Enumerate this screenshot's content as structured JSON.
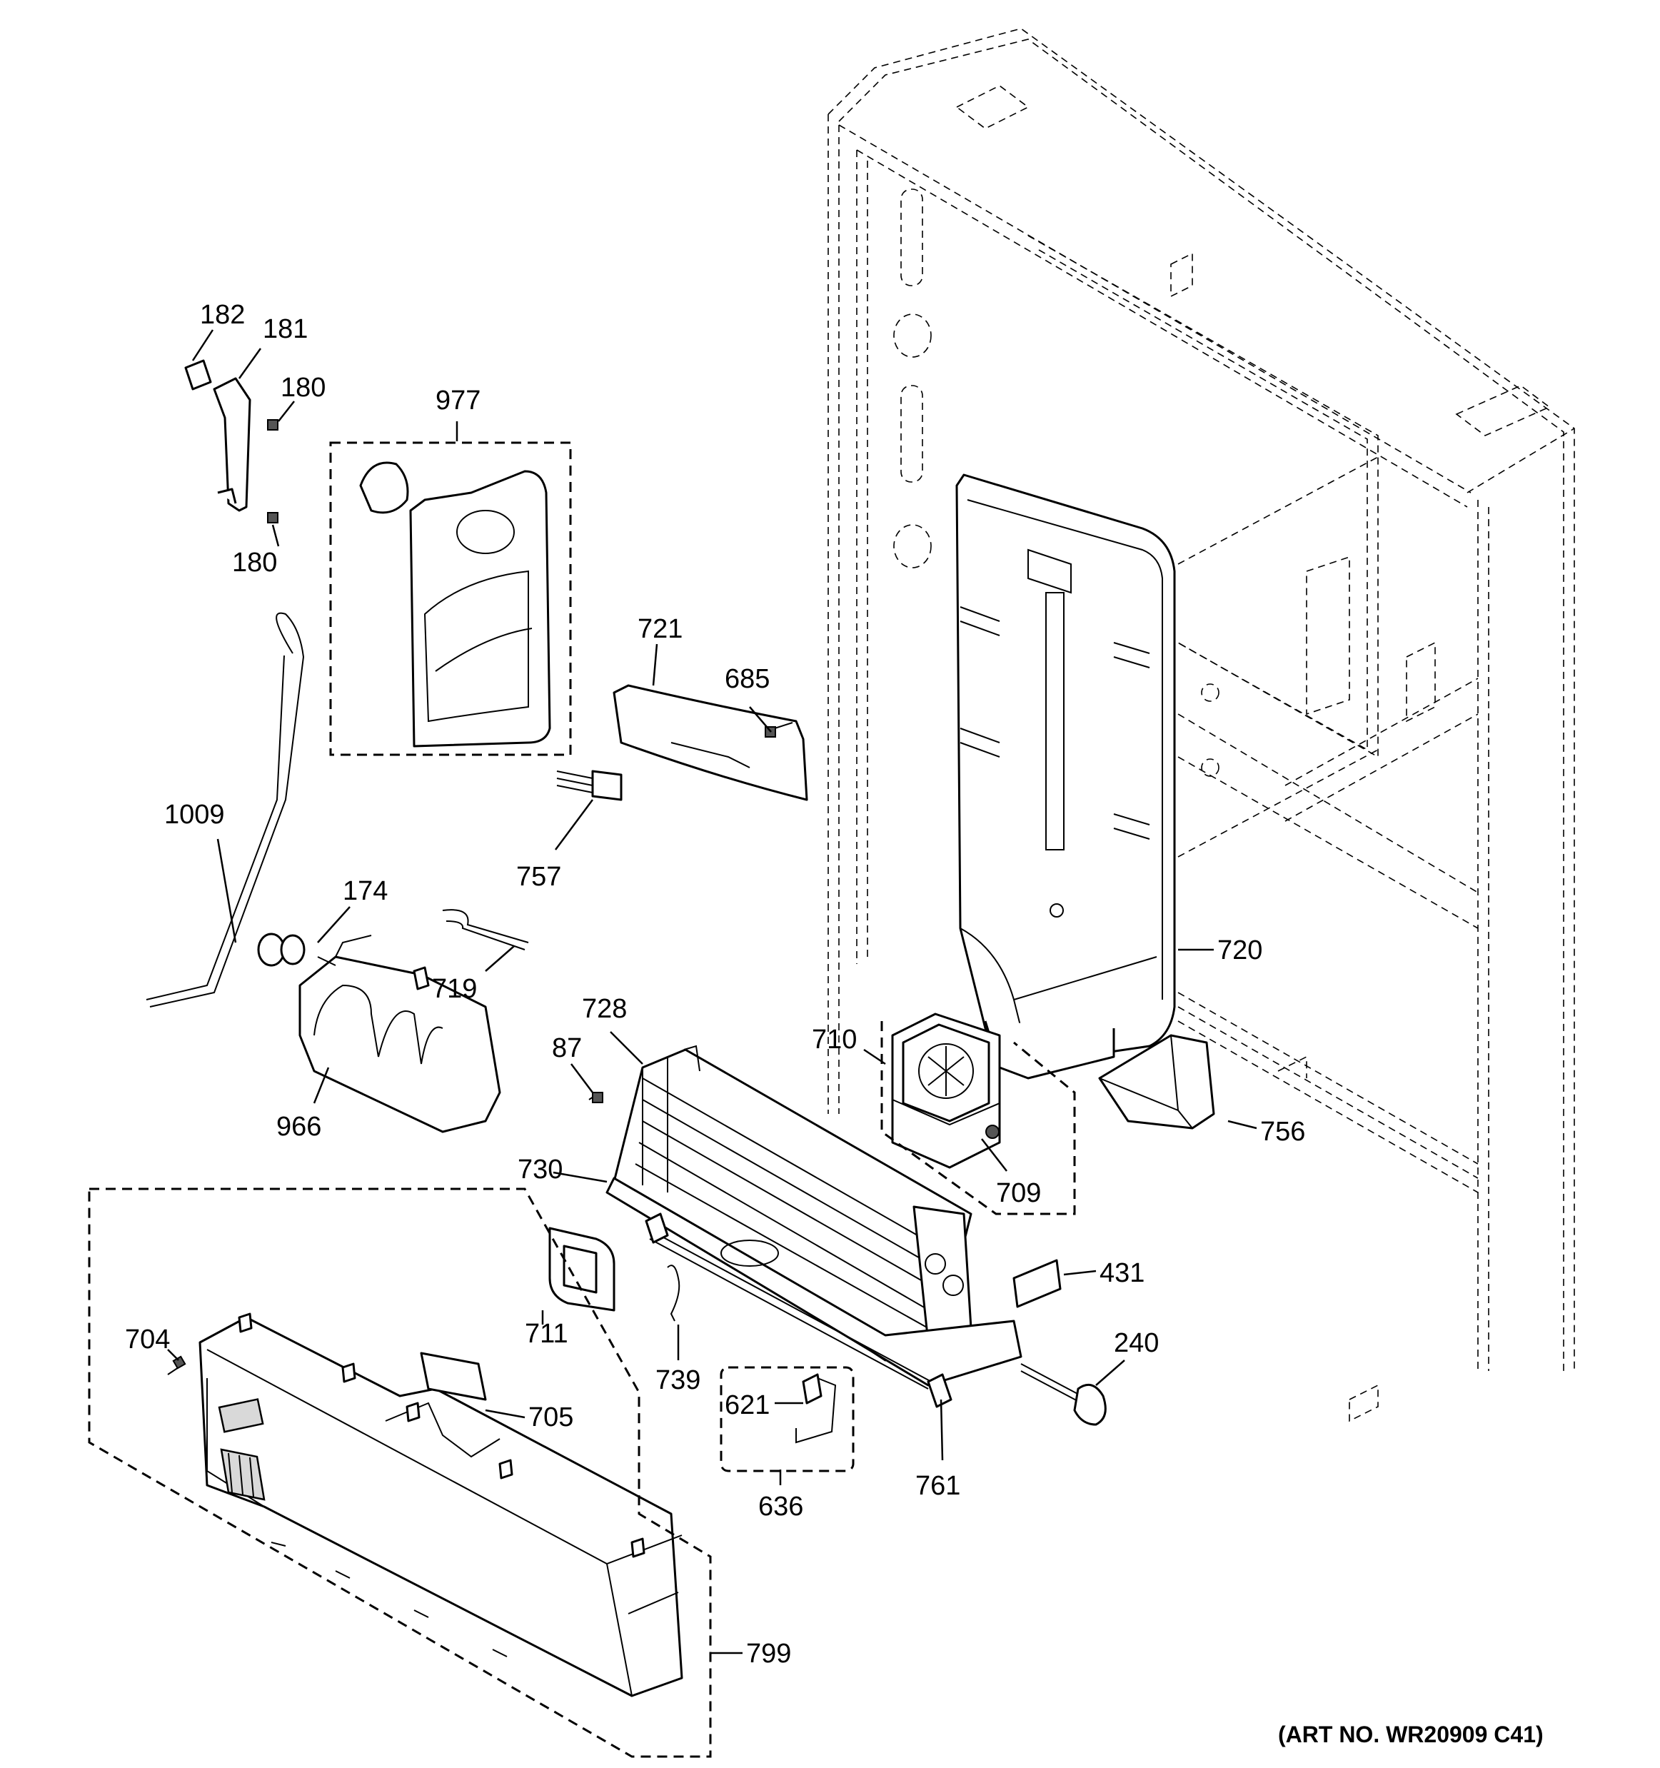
{
  "diagram": {
    "art_number": "(ART NO. WR20909 C41)",
    "parts": [
      {
        "id": "p182",
        "label": "182"
      },
      {
        "id": "p181",
        "label": "181"
      },
      {
        "id": "p180a",
        "label": "180"
      },
      {
        "id": "p180b",
        "label": "180"
      },
      {
        "id": "p977",
        "label": "977"
      },
      {
        "id": "p721",
        "label": "721"
      },
      {
        "id": "p685",
        "label": "685"
      },
      {
        "id": "p1009",
        "label": "1009"
      },
      {
        "id": "p757",
        "label": "757"
      },
      {
        "id": "p174",
        "label": "174"
      },
      {
        "id": "p719",
        "label": "719"
      },
      {
        "id": "p720",
        "label": "720"
      },
      {
        "id": "p728",
        "label": "728"
      },
      {
        "id": "p87",
        "label": "87"
      },
      {
        "id": "p710",
        "label": "710"
      },
      {
        "id": "p966",
        "label": "966"
      },
      {
        "id": "p756",
        "label": "756"
      },
      {
        "id": "p730",
        "label": "730"
      },
      {
        "id": "p709",
        "label": "709"
      },
      {
        "id": "p431",
        "label": "431"
      },
      {
        "id": "p711",
        "label": "711"
      },
      {
        "id": "p240",
        "label": "240"
      },
      {
        "id": "p704",
        "label": "704"
      },
      {
        "id": "p739",
        "label": "739"
      },
      {
        "id": "p621",
        "label": "621"
      },
      {
        "id": "p705",
        "label": "705"
      },
      {
        "id": "p761",
        "label": "761"
      },
      {
        "id": "p636",
        "label": "636"
      },
      {
        "id": "p799",
        "label": "799"
      }
    ]
  }
}
